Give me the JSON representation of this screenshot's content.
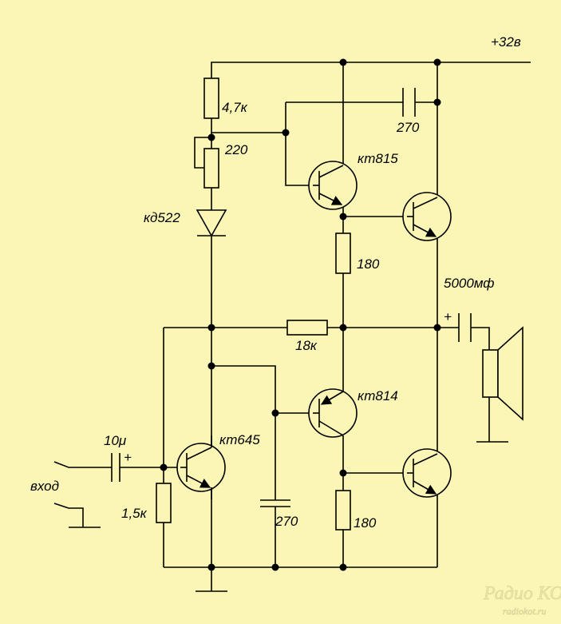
{
  "labels": {
    "supply": "+32в",
    "r_top": "4,7к",
    "trim": "220",
    "diode": "кд522",
    "c_boot": "270",
    "q_upper": "кт815",
    "r_upper": "180",
    "c_out": "5000мф",
    "r_fb": "18к",
    "q_lower": "кт814",
    "q_input": "кт645",
    "c_in": "10μ",
    "input": "вход",
    "r_in": "1,5к",
    "c_lower": "270",
    "r_lower": "180",
    "plus_in": "+",
    "plus_out": "+"
  },
  "watermark": {
    "logo": "Радио КОТ",
    "site": "radiokot.ru"
  },
  "colors": {
    "background": "#fbf6b5",
    "wire": "#000000"
  }
}
